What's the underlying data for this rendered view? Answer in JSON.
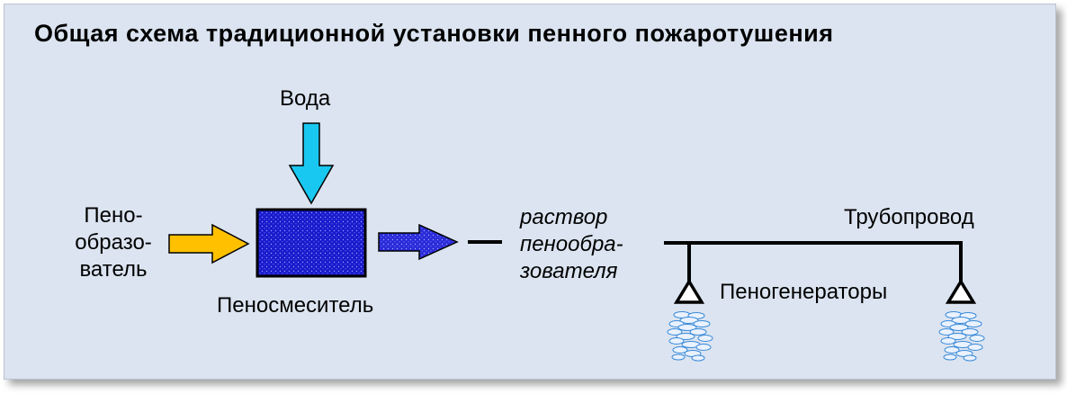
{
  "title": "Общая схема традиционной установки пенного пожаротушения",
  "labels": {
    "water": "Вода",
    "foam_agent_l1": "Пено-",
    "foam_agent_l2": "образо-",
    "foam_agent_l3": "ватель",
    "mixer": "Пеносмеситель",
    "solution_l1": "раствор",
    "solution_l2": "пенообра-",
    "solution_l3": "зователя",
    "pipeline": "Трубопровод",
    "generators": "Пеногенераторы"
  },
  "colors": {
    "background": "#dbe4f0",
    "water_arrow": "#19c8f0",
    "foam_agent_arrow": "#ffc000",
    "mixer_fill": "#1a1acc",
    "solution_arrow": "#2a2ad8",
    "foam_bubbles": "#3a8ad8"
  }
}
